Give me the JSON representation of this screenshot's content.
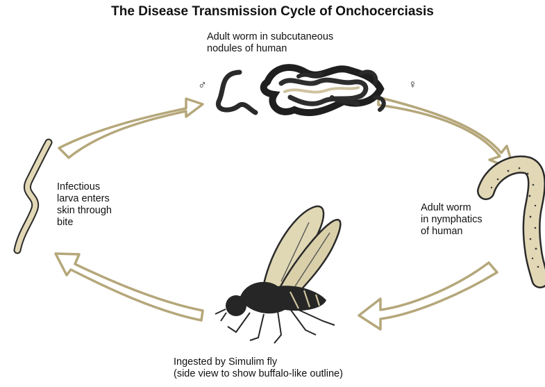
{
  "title": "The Disease Transmission Cycle of Onchocerciasis",
  "stages": {
    "top": {
      "lines": [
        "Adult worm in subcutaneous",
        "nodules of human"
      ]
    },
    "right": {
      "lines": [
        "Adult worm",
        "in nymphatics",
        "of human"
      ]
    },
    "bottom": {
      "lines": [
        "Ingested by Simulim fly",
        "(side view to show buffalo-like outline)"
      ]
    },
    "left": {
      "lines": [
        "Infectious",
        "larva enters",
        "skin through",
        "bite"
      ]
    }
  },
  "symbols": {
    "male": "♂",
    "female": "♀"
  },
  "colors": {
    "arrow_stroke": "#b5a77a",
    "worm_dark": "#2a2a2a",
    "worm_light": "#e2d8b6",
    "fly_wing": "#e0d7b4",
    "fly_body": "#262626"
  }
}
